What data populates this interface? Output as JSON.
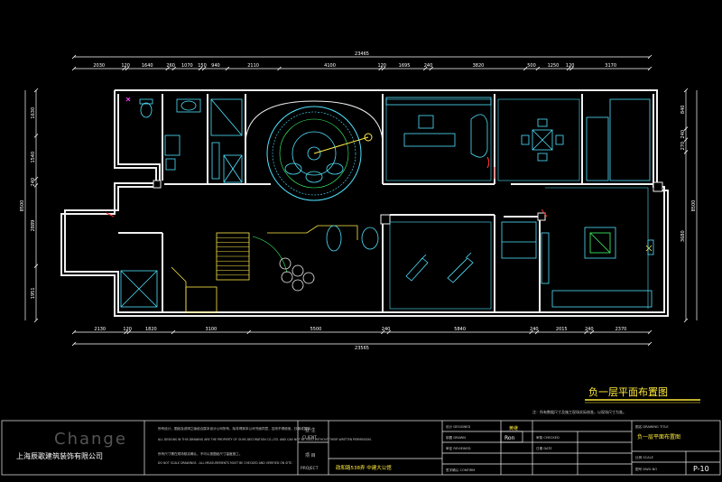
{
  "drawing": {
    "dims_top": [
      "2030",
      "120",
      "1640",
      "260",
      "1070",
      "150",
      "940",
      "2110",
      "4100",
      "120",
      "1695",
      "240",
      "3820",
      "500",
      "1250",
      "120",
      "3170"
    ],
    "total_top": "23465",
    "dims_bottom": [
      "2130",
      "120",
      "1820",
      "3100",
      "5500",
      "240",
      "5840",
      "240",
      "2015",
      "240",
      "2370"
    ],
    "total_bottom": "23565",
    "dims_left": [
      "1630",
      "1540",
      "240",
      "2889",
      "1951"
    ],
    "total_left": "8500",
    "dims_right": [
      "840",
      "240",
      "270",
      "3680"
    ],
    "total_right": "8500",
    "title": "负一层平面布置图",
    "note": "注：所有数据尺寸及施工现场实际核准，以现场尺寸为准。"
  },
  "title_block": {
    "logo": "Change",
    "company": "上海辰歌建筑装饰有限公司",
    "statement_cn_1": "所有设计，图纸及说明之版权合属本设计公司所有，除非得到本公司书面同意，否则不得使用，抄袭或复制。",
    "statement_en_1": "ALL DESIGNS IN THIS DRAWING ARE THE PROPERTY OF OUYA DECORATION CO.,LTD. AND CAN NOT BE USED WITHOUT THEIR WRITTEN PERMISSION.",
    "statement_cn_2": "所有尺寸需在现场核实确认，不可以按图纸尺寸量度施工。",
    "statement_en_2": "DO NOT SCALE DRAWINGS . ALL MEASUREMENTS MUST BE CHECKED AND VERIFIED ON SITE.",
    "client_cn": "业 主",
    "client_en": "CLIENT",
    "project_cn": "项 目",
    "project_en": "PROJECT",
    "project_name": "政和路538弄 中建大公馆",
    "designed_label": "设计 DESIGNED",
    "designer": "黄继",
    "drawn_label": "制图 DRAWN",
    "drawn_by": "Ron",
    "checked_label": "审核 CHECKED",
    "reviewed_label": "审定 REVIEWED",
    "date_label": "日期 DATE",
    "confirm_label": "签字确认 CONFIRM",
    "drawing_title_label": "图名 DRAWING TITLE",
    "drawing_title": "负一层平面布置图",
    "scale_label": "比例 SCALE",
    "dwg_no_label": "图号 DWG.NO",
    "sheet": "P-10"
  },
  "colors": {
    "wall": "#f0f0f0",
    "dimension": "#ffffff",
    "furniture": "#4fe3ff",
    "detail": "#3cff6a",
    "stair": "#ffe94a",
    "accent": "#ff2b2b",
    "title": "#ffeb3b"
  }
}
